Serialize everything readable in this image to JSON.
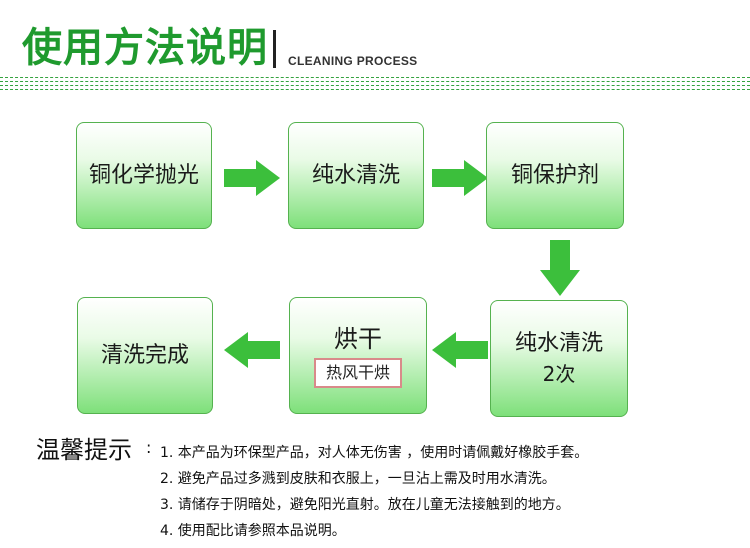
{
  "header": {
    "title": "使用方法说明",
    "subtitle": "CLEANING PROCESS"
  },
  "steps": {
    "s1": "铜化学抛光",
    "s2": "纯水清洗",
    "s3": "铜保护剂",
    "s4_line1": "纯水清洗",
    "s4_line2": "2次",
    "s5_title": "烘干",
    "s5_tag": "热风干烘",
    "s6": "清洗完成"
  },
  "tips": {
    "title": "温馨提示",
    "colon": ":",
    "items": [
      "1. 本产品为环保型产品，对人体无伤害 ，使用时请佩戴好橡胶手套。",
      "2. 避免产品过多溅到皮肤和衣服上，一旦沾上需及时用水清洗。",
      "3. 请储存于阴暗处，避免阳光直射。放在儿童无法接触到的地方。",
      "4. 使用配比请参照本品说明。"
    ]
  },
  "colors": {
    "title_green": "#1f9a2e",
    "arrow_green": "#3cbf3c",
    "box_border": "#55b24f",
    "tag_border": "#d98a8a"
  }
}
